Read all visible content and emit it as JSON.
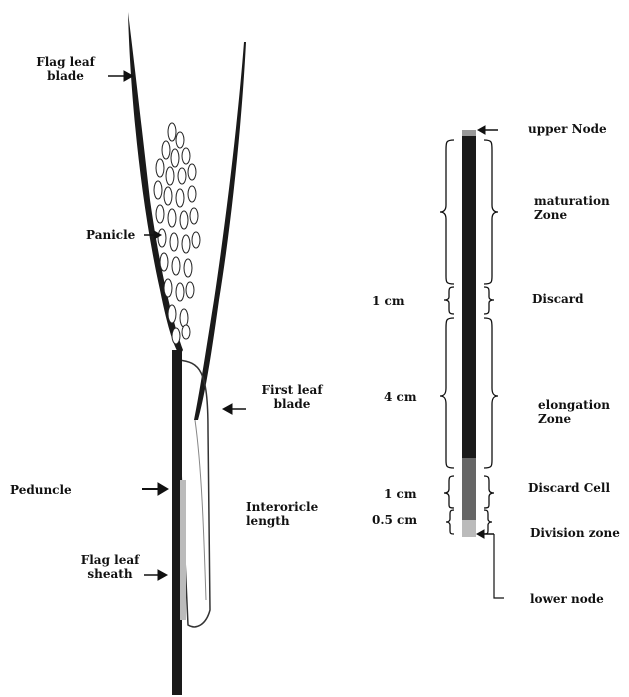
{
  "colors": {
    "ink": "#111111",
    "stem_dark": "#1a1a1a",
    "stem_mid": "#555555",
    "background": "#ffffff"
  },
  "plant_labels": {
    "flag_leaf_blade": [
      "Flag leaf",
      "blade"
    ],
    "panicle": "Panicle",
    "first_leaf_blade": [
      "First leaf",
      "blade"
    ],
    "peduncle": "Peduncle",
    "interoricle_length": [
      "Interoricle",
      "length"
    ],
    "flag_leaf_sheath": [
      "Flag leaf",
      "sheath"
    ]
  },
  "segment_measures": {
    "discard_top": "1 cm",
    "elongation": "4 cm",
    "discard_cell": "1 cm",
    "division": "0.5 cm"
  },
  "zone_labels": {
    "upper_node": "upper Node",
    "maturation_zone": [
      "maturation",
      "Zone"
    ],
    "discard": "Discard",
    "elongation_zone": [
      "elongation",
      "Zone"
    ],
    "discard_cell": "Discard Cell",
    "division_zone": "Division zone",
    "lower_node": "lower node"
  },
  "icons": [
    "arrow-icon",
    "brace-icon"
  ]
}
